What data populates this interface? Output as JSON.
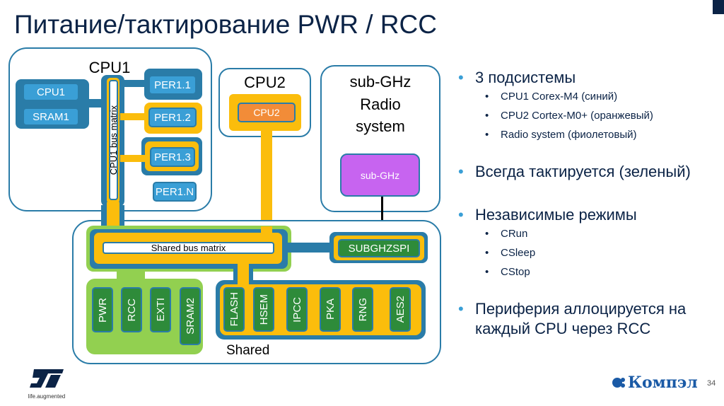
{
  "slide": {
    "title": "Питание/тактирование PWR / RCC",
    "page_number": "34"
  },
  "diagram": {
    "cpu1_group": {
      "label": "CPU1",
      "blocks": [
        "CPU1",
        "SRAM1"
      ],
      "bus_label": "CPU1 bus matrix",
      "peripherals": [
        "PER1.1",
        "PER1.2",
        "PER1.3",
        "PER1.N"
      ]
    },
    "cpu2_group": {
      "label": "CPU2",
      "block": "CPU2"
    },
    "radio_group": {
      "label_lines": [
        "sub-GHz",
        "Radio",
        "system"
      ],
      "block": "sub-GHz"
    },
    "shared_group": {
      "label": "Shared",
      "bus_label": "Shared bus matrix",
      "spi_block": "SUBGHZSPI",
      "always_on": [
        "PWR",
        "RCC",
        "EXTI",
        "SRAM2"
      ],
      "shared_periph": [
        "FLASH",
        "HSEM",
        "IPCC",
        "PKA",
        "RNG",
        "AES2"
      ]
    },
    "colors": {
      "cpu1_blue": "#2a7ca8",
      "block_blue": "#3a9fd6",
      "cpu2_yellow": "#fbbd0c",
      "cpu2_orange": "#f28c38",
      "radio_purple": "#c764f0",
      "always_green": "#92d050",
      "periph_green": "#2e8b3a"
    }
  },
  "bullets": [
    {
      "text": "3  подсистемы",
      "sub": [
        "CPU1 Corex-M4 (синий)",
        "CPU2 Cortex-M0+ (оранжевый)",
        "Radio system (фиолетовый)"
      ]
    },
    {
      "text": "Всегда тактируется (зеленый)",
      "sub": []
    },
    {
      "text": "Независимые режимы",
      "sub": [
        "CRun",
        "CSleep",
        "CStop"
      ]
    },
    {
      "text": "Периферия аллоцируется на каждый CPU через RCC",
      "sub": []
    }
  ],
  "logos": {
    "st_tagline": "life.augmented",
    "company": "Компэл"
  }
}
